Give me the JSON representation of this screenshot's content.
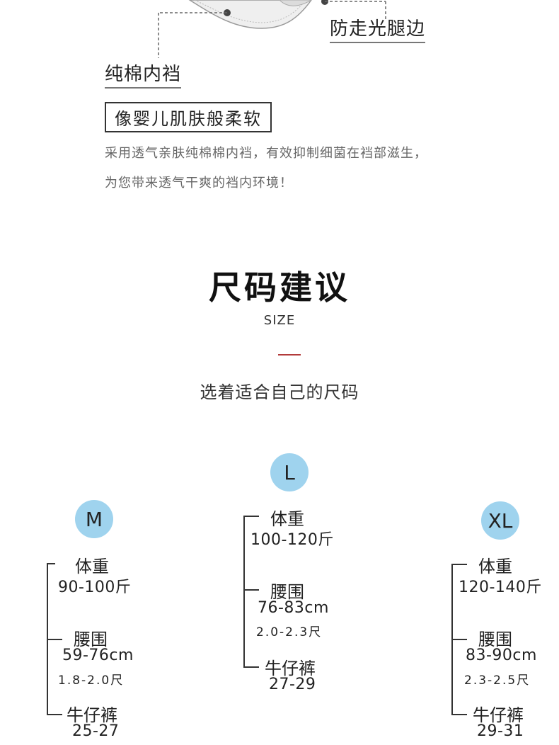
{
  "features": {
    "anti_leak_edge": "防走光腿边",
    "cotton_crotch": "纯棉内裆",
    "boxed_tagline": "像婴儿肌肤般柔软",
    "description_line1": "采用透气亲肤纯棉棉内裆，有效抑制细菌在裆部滋生，",
    "description_line2": "为您带来透气干爽的裆内环境！"
  },
  "size_section": {
    "title": "尺码建议",
    "title_en": "SIZE",
    "subtitle": "选着适合自己的尺码"
  },
  "sizes": [
    {
      "code": "M",
      "weight_label": "体重",
      "weight_value": "90-100斤",
      "waist_label": "腰围",
      "waist_cm": "59-76cm",
      "waist_chi": "1.8-2.0尺",
      "jeans_label": "牛仔裤",
      "jeans_value": "25-27"
    },
    {
      "code": "L",
      "weight_label": "体重",
      "weight_value": "100-120斤",
      "waist_label": "腰围",
      "waist_cm": "76-83cm",
      "waist_chi": "2.0-2.3尺",
      "jeans_label": "牛仔裤",
      "jeans_value": "27-29"
    },
    {
      "code": "XL",
      "weight_label": "体重",
      "weight_value": "120-140斤",
      "waist_label": "腰围",
      "waist_cm": "83-90cm",
      "waist_chi": "2.3-2.5尺",
      "jeans_label": "牛仔裤",
      "jeans_value": "29-31"
    }
  ],
  "colors": {
    "size_circle": "#9fd3ee",
    "accent_rule": "#b23b3b",
    "description_text": "#666666"
  }
}
